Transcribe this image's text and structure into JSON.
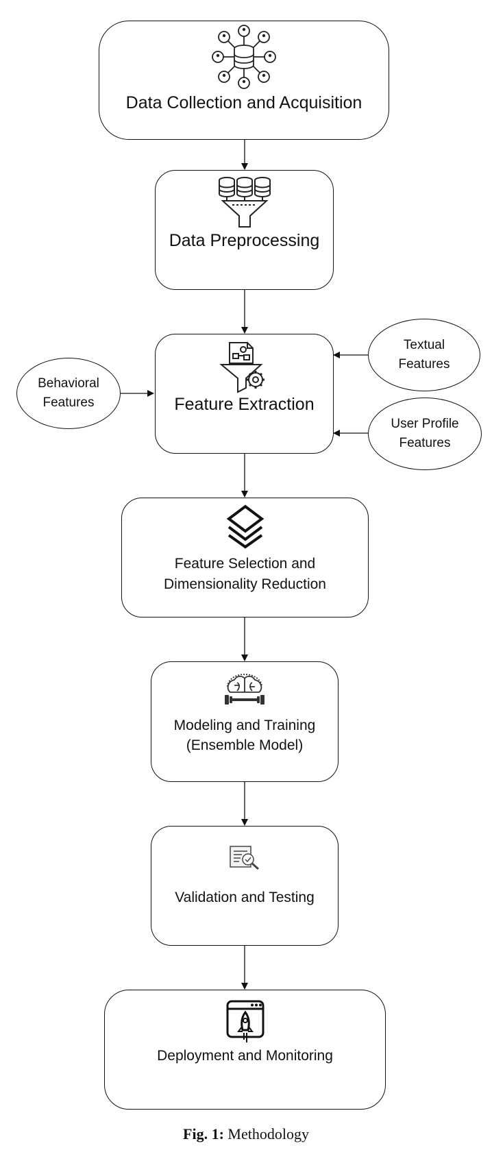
{
  "steps": [
    {
      "label": "Data Collection and Acquisition",
      "icon": "users-database-icon"
    },
    {
      "label": "Data Preprocessing",
      "icon": "database-funnel-icon"
    },
    {
      "label": "Feature Extraction",
      "icon": "document-funnel-gear-icon"
    },
    {
      "label_line1": "Feature Selection and",
      "label_line2": "Dimensionality Reduction",
      "icon": "layers-icon"
    },
    {
      "label_line1": "Modeling and Training",
      "label_line2": "(Ensemble Model)",
      "icon": "brain-dumbbell-icon"
    },
    {
      "label": "Validation and Testing",
      "icon": "document-magnifier-check-icon"
    },
    {
      "label": "Deployment and Monitoring",
      "icon": "browser-rocket-icon"
    }
  ],
  "inputs": {
    "behavioral": "Behavioral\nFeatures",
    "textual": "Textual\nFeatures",
    "user_profile": "User Profile\nFeatures"
  },
  "caption": {
    "prefix": "Fig. 1:",
    "text": "Methodology"
  }
}
